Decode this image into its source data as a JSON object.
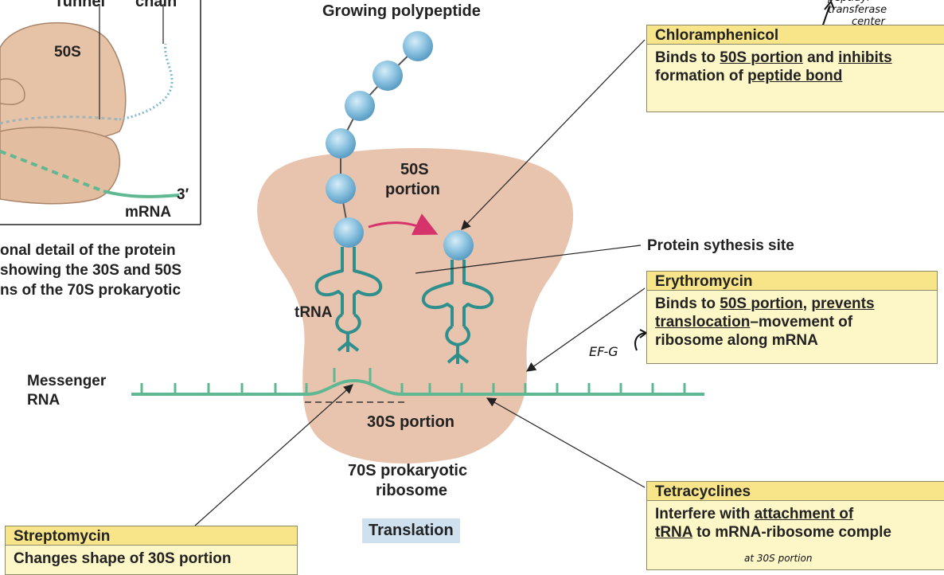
{
  "inset": {
    "label_tunnel": "Tunnel",
    "label_chain": "chain",
    "label_50s": "50S",
    "label_3prime": "3′",
    "label_mrna": "mRNA",
    "caption_lines": [
      "onal detail of the protein",
      "showing the 30S and 50S",
      "ns of the 70S prokaryotic"
    ]
  },
  "main": {
    "growing_polypeptide": "Growing polypeptide",
    "portion_50s_line1": "50S",
    "portion_50s_line2": "portion",
    "trna": "tRNA",
    "messenger_rna_line1": "Messenger",
    "messenger_rna_line2": "RNA",
    "portion_30s": "30S portion",
    "ribosome_line1": "70S prokaryotic",
    "ribosome_line2": "ribosome",
    "translation": "Translation",
    "protein_synthesis_site": "Protein sythesis site"
  },
  "boxes": {
    "chloramphenicol": {
      "title": "Chloramphenicol",
      "l1_a": "Binds to ",
      "l1_u1": "50S portion",
      "l1_b": " and ",
      "l1_u2": "inhibits",
      "l2_a": "formation of ",
      "l2_u1": "peptide bond"
    },
    "erythromycin": {
      "title": "Erythromycin",
      "l1_a": "Binds to ",
      "l1_u1": "50S portion",
      "l1_b": ", ",
      "l1_u2": "prevents",
      "l2_u1": "translocation",
      "l2_b": "–movement of",
      "l3": "ribosome along mRNA"
    },
    "tetracyclines": {
      "title": "Tetracyclines",
      "l1_a": "Interfere with ",
      "l1_u1": "attachment of",
      "l2_u1": "tRNA",
      "l2_b": " to mRNA-ribosome comple"
    },
    "streptomycin": {
      "title": "Streptomycin",
      "l1": "Changes shape of 30S portion"
    }
  },
  "handwritten": {
    "top_line1": "peptidyl",
    "top_line2": "transferase",
    "top_line3": "center",
    "ef_g": "EF-G",
    "at_30s": "at 30S portion"
  },
  "colors": {
    "ribosome": "#e8c4ae",
    "inset_ribosome": "#e6c3a6",
    "amino_acid": "#8cc3e0",
    "trna": "#2f8f8c",
    "mrna": "#5fb892",
    "arrow": "#d6336c",
    "box_fill": "#fdf6c7",
    "box_title": "#f8e58a",
    "translation_tag": "#cfe1ee"
  }
}
